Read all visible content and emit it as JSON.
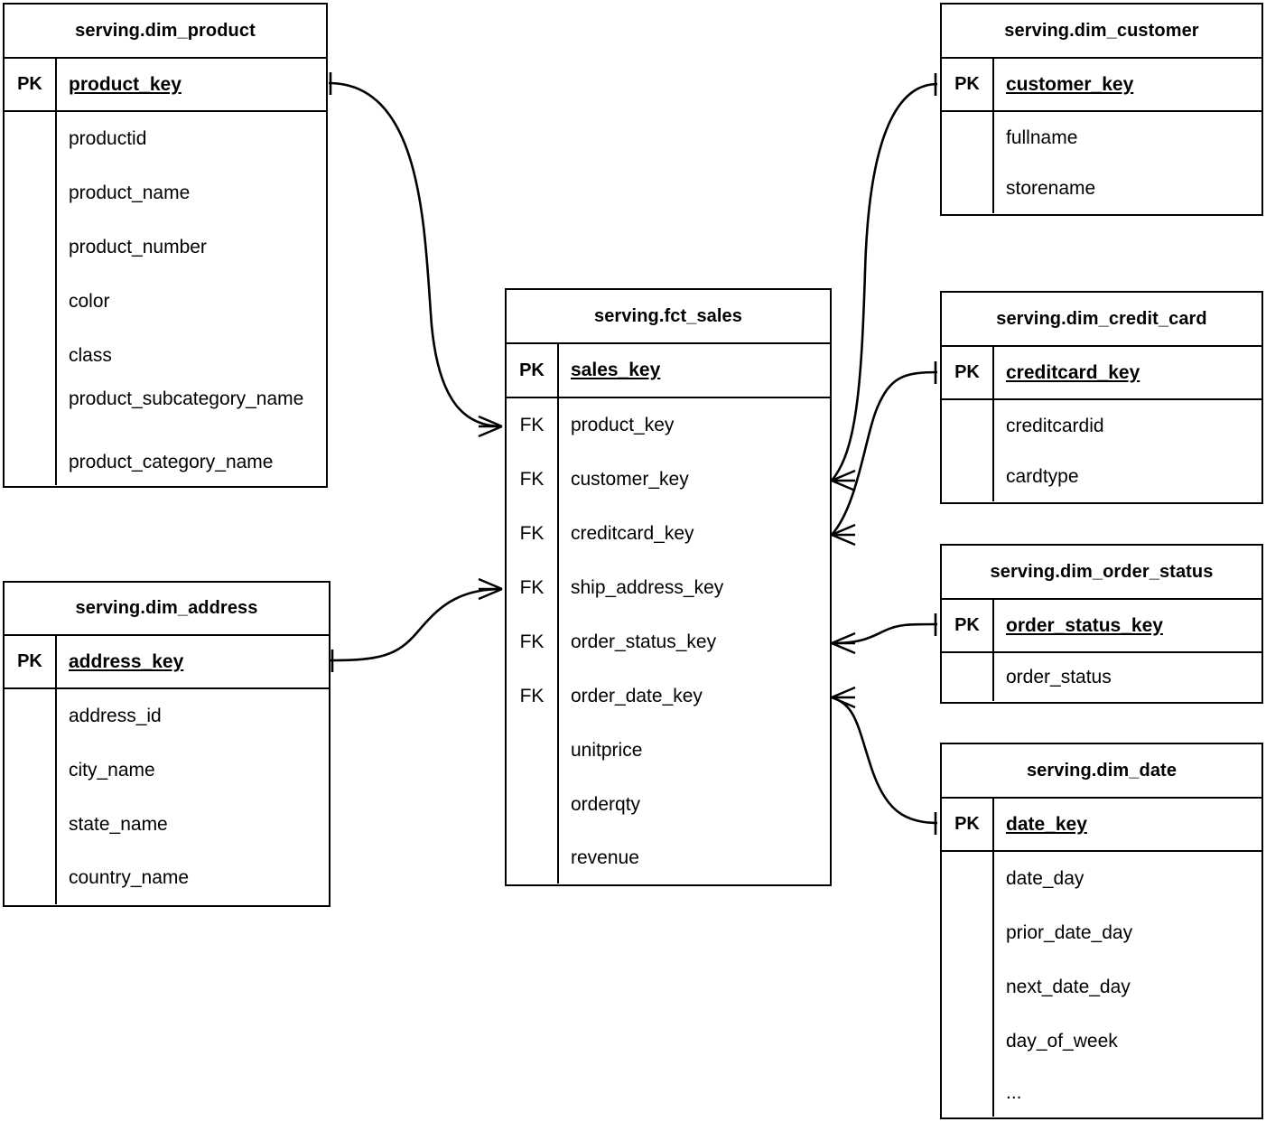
{
  "diagram": {
    "type": "entity-relationship-diagram",
    "notation": "crow's-foot",
    "schema": "serving",
    "line_color": "#000000",
    "background_color": "#ffffff"
  },
  "key_labels": {
    "pk": "PK",
    "fk": "FK"
  },
  "entities": [
    {
      "id": "dim_product",
      "title": "serving.dim_product",
      "pk": {
        "key": "PK",
        "field": "product_key"
      },
      "fields": [
        {
          "key": "",
          "name": "productid"
        },
        {
          "key": "",
          "name": "product_name"
        },
        {
          "key": "",
          "name": "product_number"
        },
        {
          "key": "",
          "name": "color"
        },
        {
          "key": "",
          "name": "class"
        },
        {
          "key": "",
          "name": "product_subcategory_name"
        },
        {
          "key": "",
          "name": "product_category_name"
        }
      ]
    },
    {
      "id": "dim_address",
      "title": "serving.dim_address",
      "pk": {
        "key": "PK",
        "field": "address_key"
      },
      "fields": [
        {
          "key": "",
          "name": "address_id"
        },
        {
          "key": "",
          "name": "city_name"
        },
        {
          "key": "",
          "name": "state_name"
        },
        {
          "key": "",
          "name": "country_name"
        }
      ]
    },
    {
      "id": "fct_sales",
      "title": "serving.fct_sales",
      "pk": {
        "key": "PK",
        "field": "sales_key"
      },
      "fields": [
        {
          "key": "FK",
          "name": "product_key"
        },
        {
          "key": "FK",
          "name": "customer_key"
        },
        {
          "key": "FK",
          "name": "creditcard_key"
        },
        {
          "key": "FK",
          "name": "ship_address_key"
        },
        {
          "key": "FK",
          "name": "order_status_key"
        },
        {
          "key": "FK",
          "name": "order_date_key"
        },
        {
          "key": "",
          "name": "unitprice"
        },
        {
          "key": "",
          "name": "orderqty"
        },
        {
          "key": "",
          "name": "revenue"
        }
      ]
    },
    {
      "id": "dim_customer",
      "title": "serving.dim_customer",
      "pk": {
        "key": "PK",
        "field": "customer_key"
      },
      "fields": [
        {
          "key": "",
          "name": "fullname"
        },
        {
          "key": "",
          "name": "storename"
        }
      ]
    },
    {
      "id": "dim_credit_card",
      "title": "serving.dim_credit_card",
      "pk": {
        "key": "PK",
        "field": "creditcard_key"
      },
      "fields": [
        {
          "key": "",
          "name": "creditcardid"
        },
        {
          "key": "",
          "name": "cardtype"
        }
      ]
    },
    {
      "id": "dim_order_status",
      "title": "serving.dim_order_status",
      "pk": {
        "key": "PK",
        "field": "order_status_key"
      },
      "fields": [
        {
          "key": "",
          "name": "order_status"
        }
      ]
    },
    {
      "id": "dim_date",
      "title": "serving.dim_date",
      "pk": {
        "key": "PK",
        "field": "date_key"
      },
      "fields": [
        {
          "key": "",
          "name": "date_day"
        },
        {
          "key": "",
          "name": "prior_date_day"
        },
        {
          "key": "",
          "name": "next_date_day"
        },
        {
          "key": "",
          "name": "day_of_week"
        },
        {
          "key": "",
          "name": "..."
        }
      ]
    }
  ],
  "relationships": [
    {
      "id": "rel-product",
      "from_entity": "dim_product",
      "from_field": "product_key",
      "to_entity": "fct_sales",
      "to_field": "product_key",
      "from_cardinality": "one",
      "to_cardinality": "many"
    },
    {
      "id": "rel-address",
      "from_entity": "dim_address",
      "from_field": "address_key",
      "to_entity": "fct_sales",
      "to_field": "ship_address_key",
      "from_cardinality": "one",
      "to_cardinality": "many"
    },
    {
      "id": "rel-customer",
      "from_entity": "dim_customer",
      "from_field": "customer_key",
      "to_entity": "fct_sales",
      "to_field": "customer_key",
      "from_cardinality": "one",
      "to_cardinality": "many"
    },
    {
      "id": "rel-credit-card",
      "from_entity": "dim_credit_card",
      "from_field": "creditcard_key",
      "to_entity": "fct_sales",
      "to_field": "creditcard_key",
      "from_cardinality": "one",
      "to_cardinality": "many"
    },
    {
      "id": "rel-order-status",
      "from_entity": "dim_order_status",
      "from_field": "order_status_key",
      "to_entity": "fct_sales",
      "to_field": "order_status_key",
      "from_cardinality": "one",
      "to_cardinality": "many"
    },
    {
      "id": "rel-date",
      "from_entity": "dim_date",
      "from_field": "date_key",
      "to_entity": "fct_sales",
      "to_field": "order_date_key",
      "from_cardinality": "one",
      "to_cardinality": "many"
    }
  ]
}
